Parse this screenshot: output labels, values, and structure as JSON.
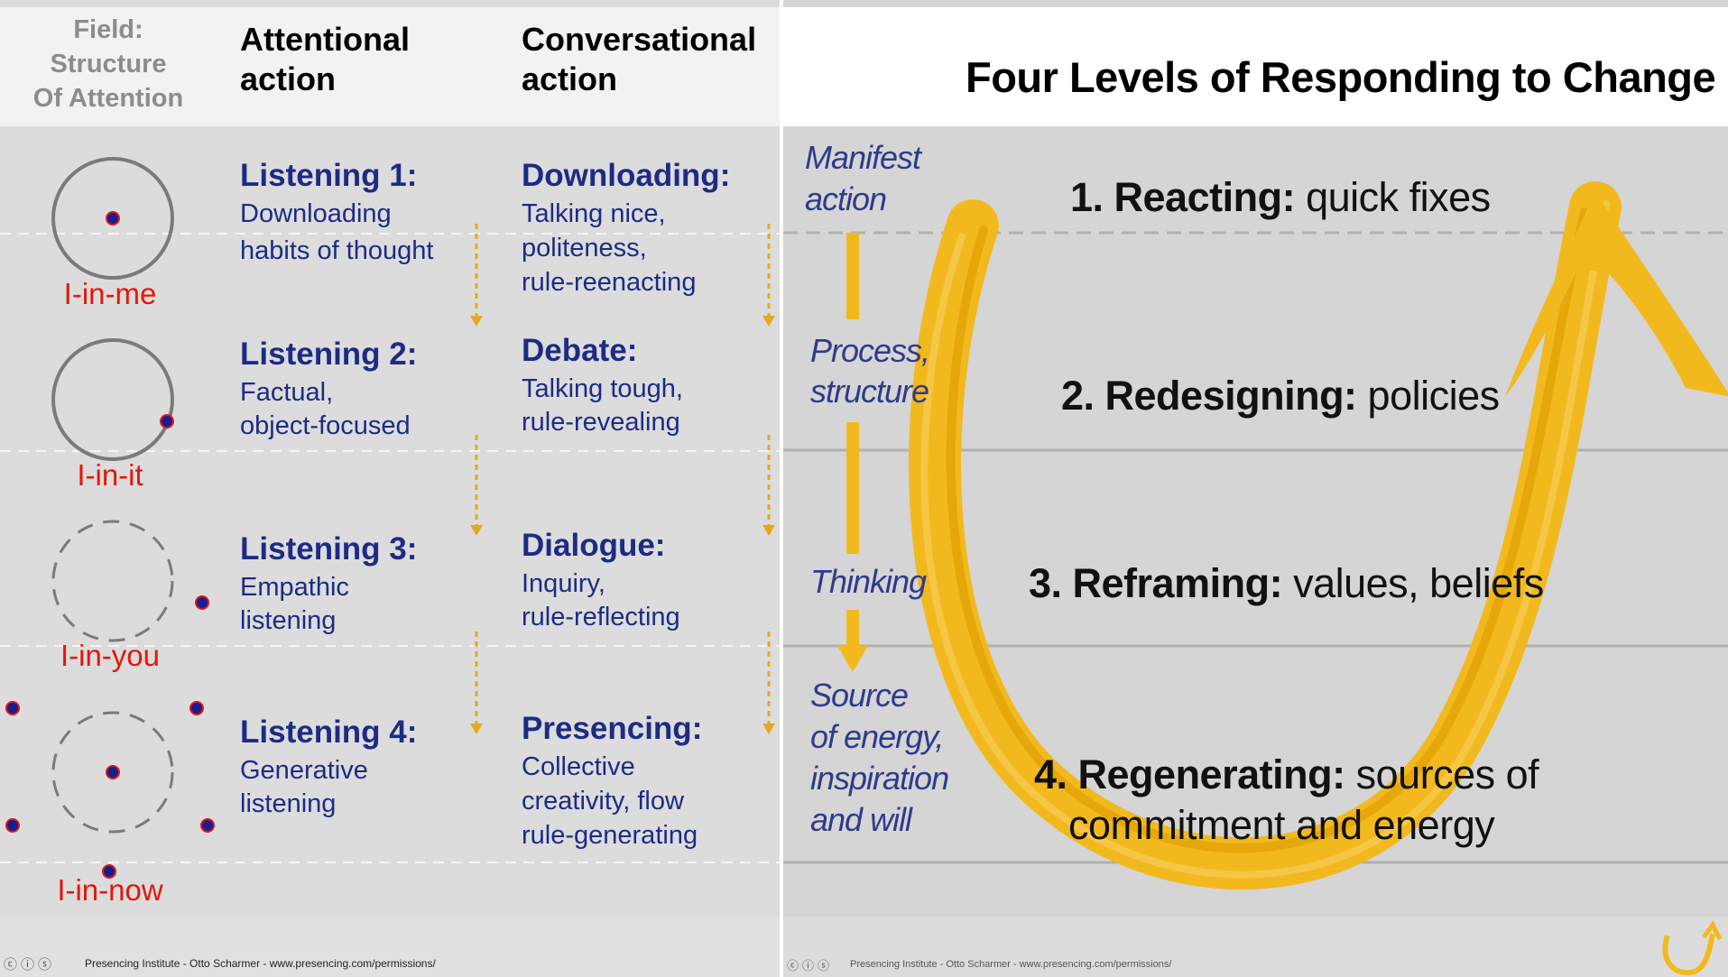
{
  "left": {
    "header": {
      "field_line1": "Field:",
      "field_line2": "Structure",
      "field_line3": "Of Attention",
      "attentional_line1": "Attentional",
      "attentional_line2": "action",
      "conversational_line1": "Conversational",
      "conversational_line2": "action"
    },
    "rows": [
      {
        "self": "I-in-me",
        "listening_title": "Listening 1:",
        "listening_desc": [
          "Downloading",
          "habits of thought"
        ],
        "conv_title": "Downloading:",
        "conv_desc": [
          "Talking nice,",
          "politeness,",
          "rule-reenacting"
        ]
      },
      {
        "self": "I-in-it",
        "listening_title": "Listening 2:",
        "listening_desc": [
          "Factual,",
          "object-focused"
        ],
        "conv_title": "Debate:",
        "conv_desc": [
          "Talking tough,",
          "rule-revealing"
        ]
      },
      {
        "self": "I-in-you",
        "listening_title": "Listening 3:",
        "listening_desc": [
          "Empathic",
          "listening"
        ],
        "conv_title": "Dialogue:",
        "conv_desc": [
          "Inquiry,",
          "rule-reflecting"
        ]
      },
      {
        "self": "I-in-now",
        "listening_title": "Listening 4:",
        "listening_desc": [
          "Generative",
          "listening"
        ],
        "conv_title": "Presencing:",
        "conv_desc": [
          "Collective",
          "creativity, flow",
          "rule-generating"
        ]
      }
    ],
    "footer": "Presencing Institute - Otto Scharmer - www.presencing.com/permissions/",
    "colors": {
      "navy": "#1d2b84",
      "red": "#e3170a",
      "arrow": "#e5a722",
      "dot": "#1c1c8c"
    }
  },
  "right": {
    "title": "Four Levels of Responding to Change",
    "stages": [
      {
        "lines": [
          "Manifest",
          "action"
        ]
      },
      {
        "lines": [
          "Process,",
          "structure"
        ]
      },
      {
        "lines": [
          "Thinking"
        ]
      },
      {
        "lines": [
          "Source",
          "of energy,",
          "inspiration",
          "and will"
        ]
      }
    ],
    "levels": [
      {
        "bold": "1. Reacting:",
        "rest": " quick fixes"
      },
      {
        "bold": "2. Redesigning:",
        "rest": " policies"
      },
      {
        "bold": "3. Reframing:",
        "rest": " values, beliefs"
      },
      {
        "bold": "4. Regenerating:",
        "rest": " sources of",
        "line2": "commitment and energy"
      }
    ],
    "footer": "Presencing Institute - Otto Scharmer - www.presencing.com/permissions/",
    "colors": {
      "u_curve": "#f2b91f",
      "u_curve_dark": "#e0a000",
      "stage_text": "#2e3a8c"
    }
  }
}
